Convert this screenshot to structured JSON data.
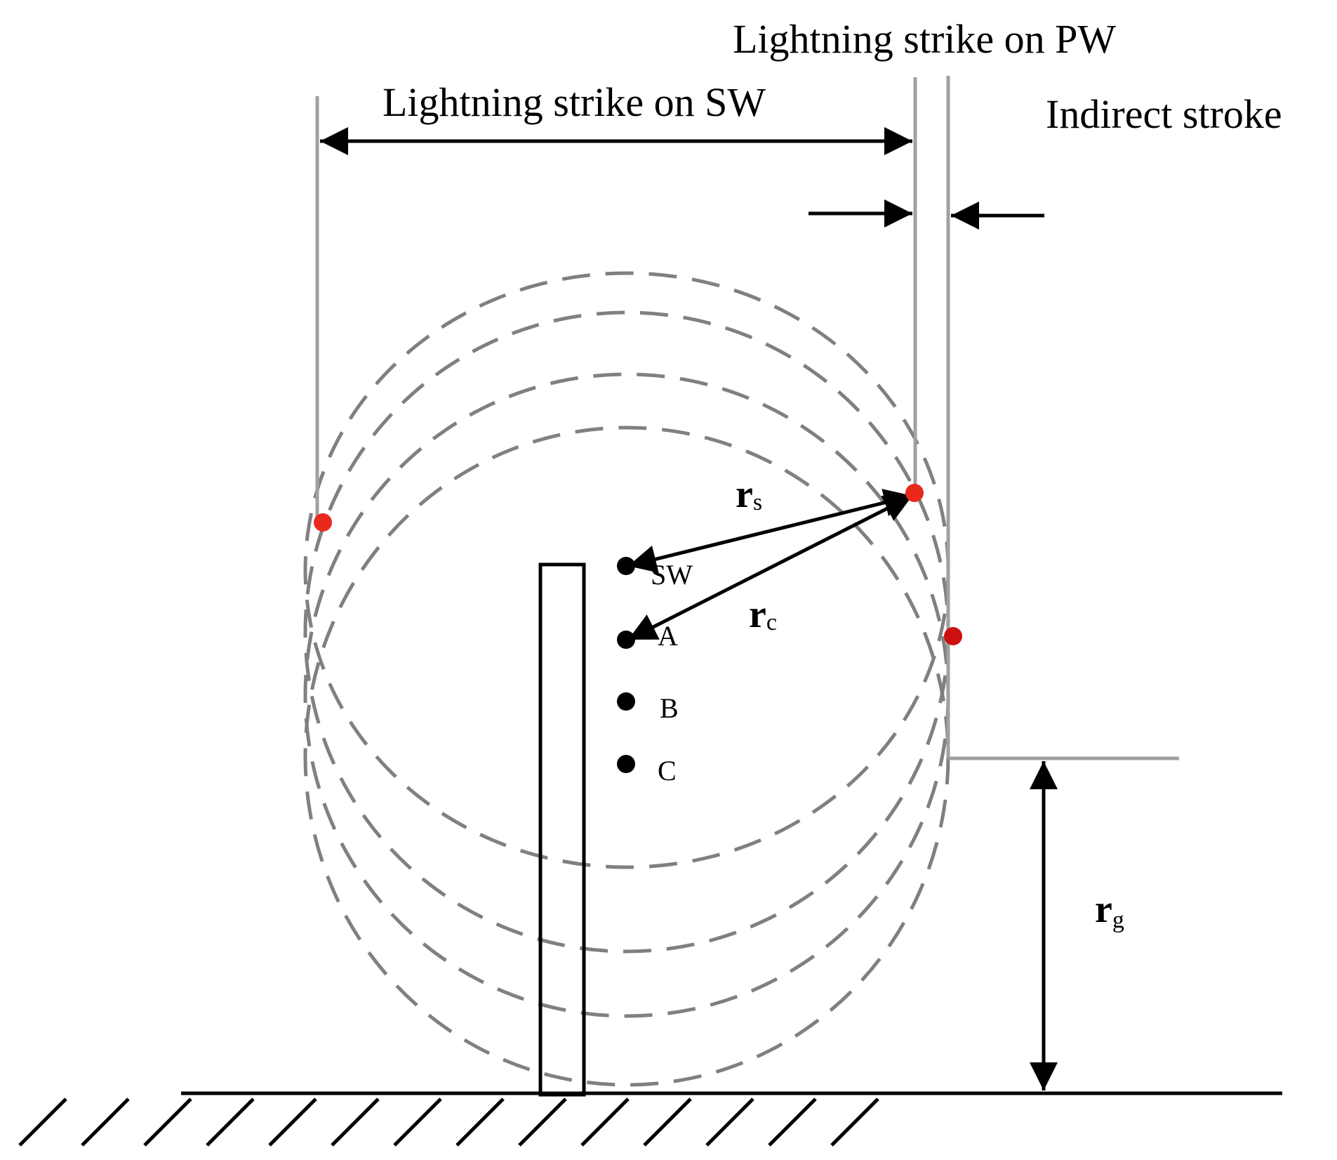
{
  "labels": {
    "pw_strike": "Lightning strike on PW",
    "sw_strike": "Lightning strike on SW",
    "indirect": "Indirect stroke",
    "rs_main": "r",
    "rs_sub": "s",
    "rc_main": "r",
    "rc_sub": "c",
    "rg_main": "r",
    "rg_sub": "g"
  },
  "conductors": [
    {
      "id": "sw",
      "label": "SW"
    },
    {
      "id": "a",
      "label": "A"
    },
    {
      "id": "b",
      "label": "B"
    },
    {
      "id": "c",
      "label": "C"
    }
  ],
  "colors": {
    "strike_point": "#e8291c",
    "strike_point_dark": "#cc1010",
    "circle": "#808080",
    "guide": "#a0a0a0",
    "ink": "#000000"
  }
}
